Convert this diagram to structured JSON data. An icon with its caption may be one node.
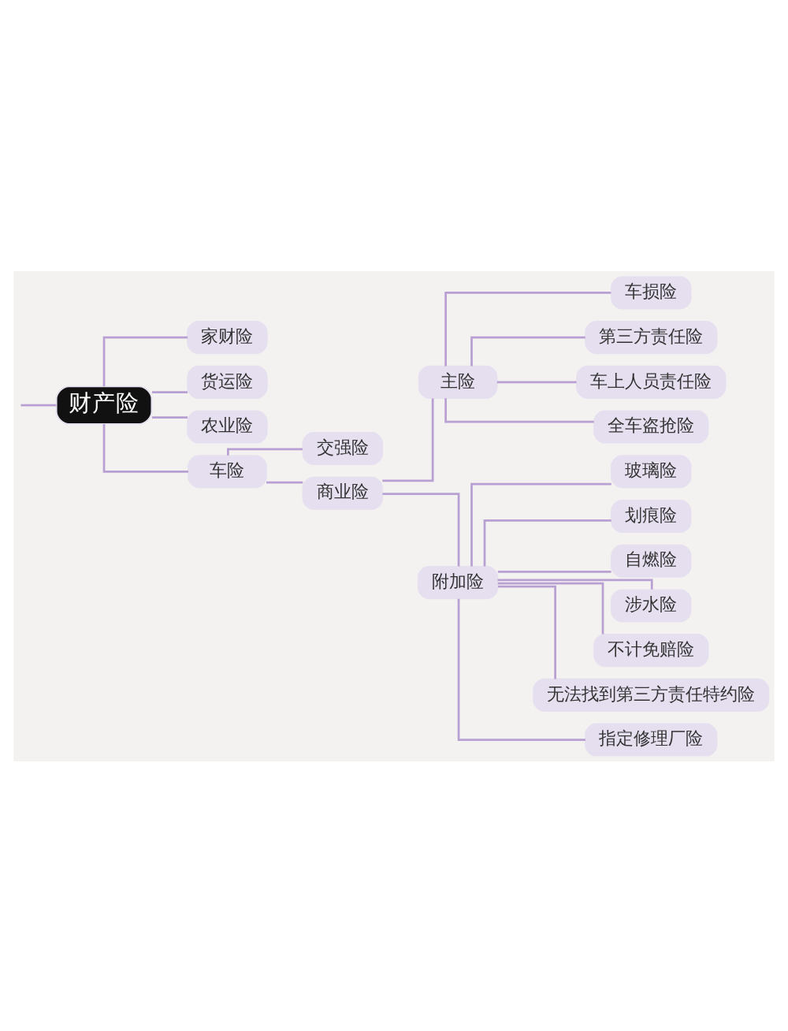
{
  "diagram": {
    "nodes": [
      {
        "text": [
          "财产险"
        ]
      },
      {
        "text": [
          "家财险"
        ]
      },
      {
        "text": [
          "货运险"
        ]
      },
      {
        "text": [
          "农业险"
        ]
      },
      {
        "text": [
          "车险"
        ]
      },
      {
        "text": [
          "交强险"
        ]
      },
      {
        "text": [
          "商业险"
        ]
      },
      {
        "text": [
          "主险"
        ]
      },
      {
        "text": [
          "附加险"
        ]
      },
      {
        "text": [
          "车损险"
        ]
      },
      {
        "text": [
          "第三方责任险"
        ]
      },
      {
        "text": [
          "车上人员责任险"
        ]
      },
      {
        "text": [
          "全车盗抢险"
        ]
      },
      {
        "text": [
          "玻璃险"
        ]
      },
      {
        "text": [
          "划痕险"
        ]
      },
      {
        "text": [
          "自燃险"
        ]
      },
      {
        "text": [
          "涉水险"
        ]
      },
      {
        "text": [
          "不计免赔险"
        ]
      },
      {
        "text": [
          "无法找到第三方责任特约险"
        ]
      },
      {
        "text": [
          "指定修理厂险"
        ]
      }
    ],
    "edges": [
      {
        "from": null,
        "to": 0,
        "arrow": "none"
      },
      {
        "from": 0,
        "to": 1,
        "arrow": "none"
      },
      {
        "from": 0,
        "to": 2,
        "arrow": "none"
      },
      {
        "from": 0,
        "to": 3,
        "arrow": "none"
      },
      {
        "from": 0,
        "to": 4,
        "arrow": "none"
      },
      {
        "from": 4,
        "to": 5,
        "arrow": "none"
      },
      {
        "from": 4,
        "to": 6,
        "arrow": "none"
      },
      {
        "from": 6,
        "to": 7,
        "arrow": "none"
      },
      {
        "from": 6,
        "to": 8,
        "arrow": "none"
      },
      {
        "from": 7,
        "to": 9,
        "arrow": "none"
      },
      {
        "from": 7,
        "to": 10,
        "arrow": "none"
      },
      {
        "from": 7,
        "to": 11,
        "arrow": "none"
      },
      {
        "from": 7,
        "to": 12,
        "arrow": "none"
      },
      {
        "from": 8,
        "to": 13,
        "arrow": "none"
      },
      {
        "from": 8,
        "to": 14,
        "arrow": "none"
      },
      {
        "from": 8,
        "to": 15,
        "arrow": "none"
      },
      {
        "from": 8,
        "to": 16,
        "arrow": "none"
      },
      {
        "from": 8,
        "to": 17,
        "arrow": "none"
      },
      {
        "from": 8,
        "to": 18,
        "arrow": "none"
      },
      {
        "from": 8,
        "to": 19,
        "arrow": "none"
      }
    ]
  }
}
